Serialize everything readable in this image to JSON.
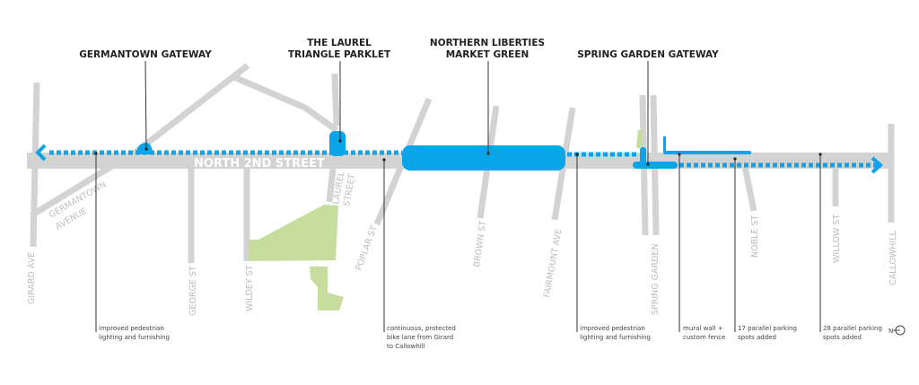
{
  "colors": {
    "route": "#0aa4e8",
    "road": "#d3d3d3",
    "park": "#c6dd9e"
  },
  "main_street": "NORTH 2ND STREET",
  "features": [
    {
      "title": [
        "GERMANTOWN GATEWAY"
      ]
    },
    {
      "title": [
        "THE LAUREL",
        "TRIANGLE PARKLET"
      ]
    },
    {
      "title": [
        "NORTHERN LIBERTIES",
        "MARKET GREEN"
      ]
    },
    {
      "title": [
        "SPRING GARDEN GATEWAY"
      ]
    }
  ],
  "streets": {
    "girard": "GIRARD AVE",
    "germantown": [
      "GERMANTOWN",
      "AVENUE"
    ],
    "george": "GEORGE ST",
    "wildey": "WILDEY ST",
    "laurel": [
      "LAUREL",
      "STREET"
    ],
    "poplar": "POPLAR ST",
    "brown": "BROWN ST",
    "fairmount": "FAIRMOUNT AVE",
    "spring_garden": "SPRING GARDEN",
    "noble": "NOBLE ST",
    "willow": "WILLOW ST",
    "callowhill": "CALLOWHILL"
  },
  "notes": [
    [
      "improved pedestrian",
      "lighting and furnishing"
    ],
    [
      "continuous, protected",
      "bike lane from Girard",
      "to Callowhill"
    ],
    [
      "improved pedestrian",
      "lighting and furnishing"
    ],
    [
      "mural wall +",
      "custom fence"
    ],
    [
      "17 parallel parking",
      "spots added"
    ],
    [
      "28 parallel parking",
      "spots added"
    ]
  ],
  "compass": "N",
  "icons": [
    "north-arrow-icon",
    "left-arrow-icon",
    "right-arrow-icon"
  ]
}
